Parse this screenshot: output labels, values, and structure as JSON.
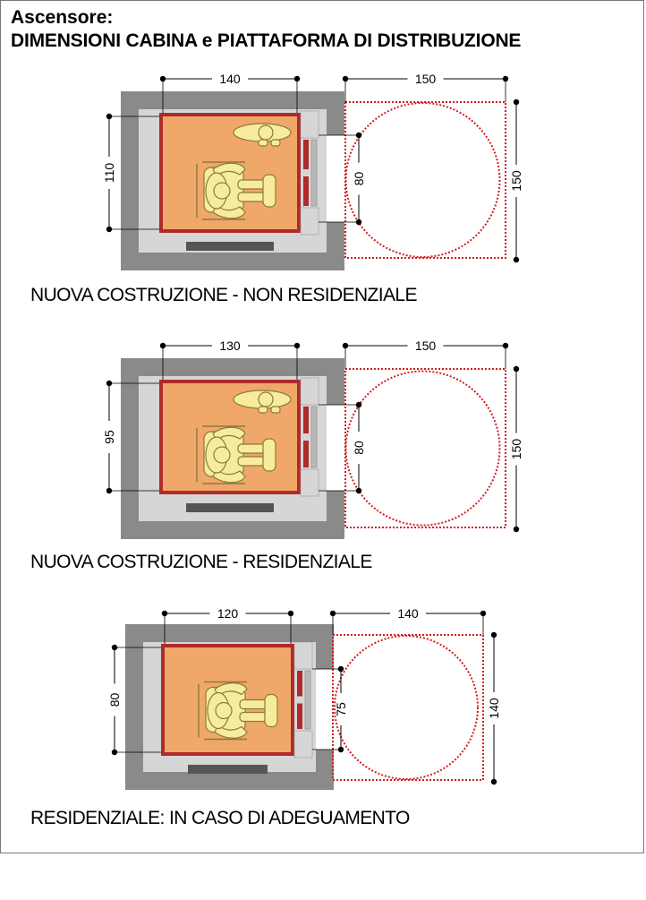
{
  "header": {
    "title": "Ascensore:",
    "subtitle": "DIMENSIONI CABINA e PIATTAFORMA DI DISTRIBUZIONE"
  },
  "colors": {
    "shaft_wall": "#8a8a8a",
    "shaft_floor": "#d6d6d6",
    "cabin_wall": "#b02a2a",
    "cabin_floor": "#f0a76a",
    "figure_fill": "#f7ec9e",
    "figure_stroke": "#8a7a3a",
    "platform_outline": "#d21e1e",
    "threshold": "#555555"
  },
  "diagrams": [
    {
      "caption": "NUOVA COSTRUZIONE - NON RESIDENZIALE",
      "dims": {
        "cabin_width": "140",
        "cabin_depth": "110",
        "door_width": "80",
        "platform_width": "150",
        "platform_depth": "150"
      },
      "has_standing_person": true
    },
    {
      "caption": "NUOVA COSTRUZIONE - RESIDENZIALE",
      "dims": {
        "cabin_width": "130",
        "cabin_depth": "95",
        "door_width": "80",
        "platform_width": "150",
        "platform_depth": "150"
      },
      "has_standing_person": true
    },
    {
      "caption": "RESIDENZIALE: IN CASO DI ADEGUAMENTO",
      "dims": {
        "cabin_width": "120",
        "cabin_depth": "80",
        "door_width": "75",
        "platform_width": "140",
        "platform_depth": "140"
      },
      "has_standing_person": false
    }
  ]
}
